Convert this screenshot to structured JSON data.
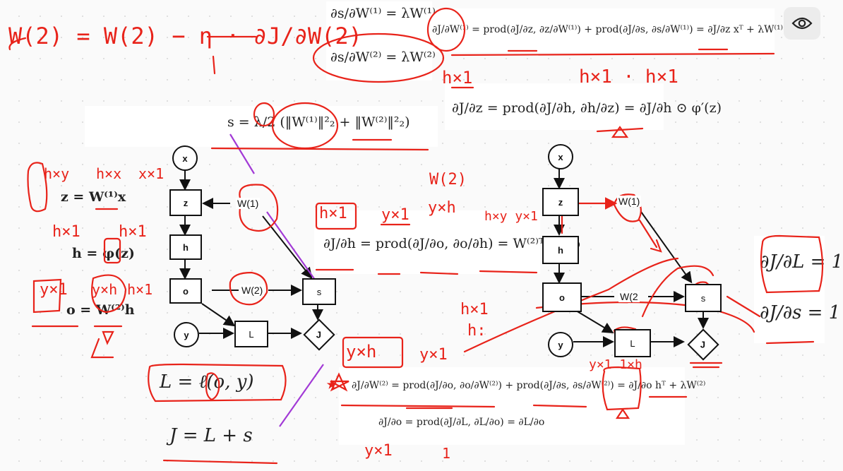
{
  "toolbar": {
    "eye_icon": "eye-icon"
  },
  "equations": {
    "ds_dw1": "∂s/∂W⁽¹⁾ = λW⁽¹⁾",
    "ds_dw2": "∂s/∂W⁽²⁾ = λW⁽²⁾",
    "dj_dw1": "∂J/∂W⁽¹⁾ = prod(∂J/∂z, ∂z/∂W⁽¹⁾) + prod(∂J/∂s, ∂s/∂W⁽¹⁾) = ∂J/∂z xᵀ + λW⁽¹⁾",
    "dj_dz": "∂J/∂z = prod(∂J/∂h, ∂h/∂z) = ∂J/∂h ⊙ φ′(z)",
    "s_def": "s = λ/2 (‖W⁽¹⁾‖²₂ + ‖W⁽²⁾‖²₂)",
    "z_def": "z = W⁽¹⁾x",
    "h_def": "h = φ(z)",
    "o_def": "o = W⁽²⁾h",
    "dj_dh": "∂J/∂h = prod(∂J/∂o, ∂o/∂h) = W⁽²⁾ᵀ ∂J/∂o",
    "dj_dl": "∂J/∂L = 1",
    "dj_ds": "∂J/∂s = 1",
    "dj_dw2": "∂J/∂W⁽²⁾ = prod(∂J/∂o, ∂o/∂W⁽²⁾) + prod(∂J/∂s, ∂s/∂W⁽²⁾) = ∂J/∂o hᵀ + λW⁽²⁾",
    "dj_do": "∂J/∂o = prod(∂J/∂L, ∂L/∂o) = ∂L/∂o",
    "l_def": "L = ℓ(o, y)",
    "j_def": "J = L + s"
  },
  "graph_left": {
    "nodes": [
      "x",
      "z",
      "h",
      "o",
      "y",
      "L",
      "s",
      "J"
    ],
    "w1": "W(1)",
    "w2": "W(2)"
  },
  "graph_right": {
    "nodes": [
      "x",
      "z",
      "h",
      "o",
      "y",
      "L",
      "s",
      "J"
    ],
    "w1": "W(1)",
    "w2": "W(2"
  },
  "handwriting": {
    "update_rule": "W(2) = W(2) − η · ∂J/∂W(2)",
    "hx1_a": "h×1",
    "hx1_b": "h×1",
    "hx1_dot": "h×1 · h×1",
    "hxy": "h×y",
    "hxx": "h×x",
    "xx1": "x×1",
    "hx1_c": "h×1",
    "hx1_d": "h×1",
    "yx1_a": "y×1",
    "yxh_a": "y×h",
    "hx1_e": "h×1",
    "hx1_f": "h×1",
    "yx1_b": "y×1",
    "w2_top": "W(2)",
    "yxh_b": "y×h",
    "hxy_yx1": "h×y y×1",
    "hx1_g": "h×1",
    "hi": "h:",
    "yxh_c": "y×h",
    "yx1_c": "y×1",
    "yx1_d": "y×1",
    "one": "1",
    "yx1_1xh": "y×1 1×h",
    "star": "★"
  },
  "colors": {
    "ink": "#e8231a",
    "accent_purple": "#a23ad6",
    "text": "#222222"
  }
}
